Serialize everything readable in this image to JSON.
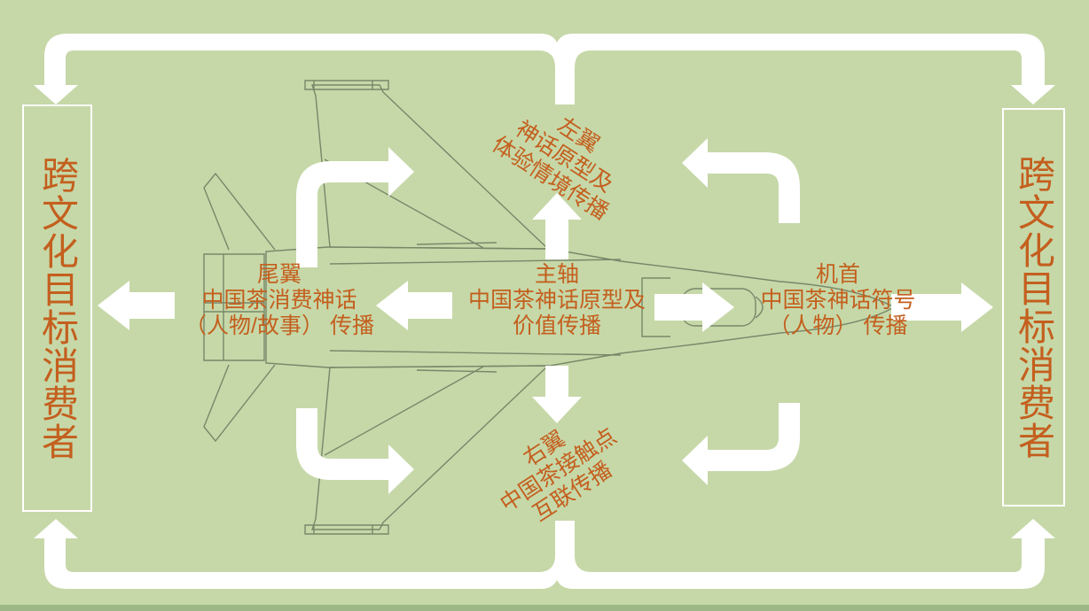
{
  "page": {
    "background_color": "#c6d8a8",
    "bottom_strip_color": "#9db886",
    "accent_text_color": "#c45f1e",
    "arrow_color": "#ffffff"
  },
  "panels": {
    "left": {
      "label": "跨文化目标消费者"
    },
    "right": {
      "label": "跨文化目标消费者"
    }
  },
  "nodes": {
    "left_wing": {
      "title": "左翼",
      "lines": [
        "神话原型及",
        "体验情境传播"
      ]
    },
    "tail": {
      "title": "尾翼",
      "lines": [
        "中国茶消费神话",
        "（人物/故事） 传播"
      ]
    },
    "axis": {
      "title": "主轴",
      "lines": [
        "中国茶神话原型及",
        "价值传播"
      ]
    },
    "nose": {
      "title": "机首",
      "lines": [
        "中国茶神话符号",
        "（人物） 传播"
      ]
    },
    "right_wing": {
      "title": "右翼",
      "lines": [
        "中国茶接触点",
        "互联传播"
      ]
    }
  },
  "arrows": {
    "top_frame": {
      "name": "top-frame-arrow",
      "direction": "down-into-both-panels"
    },
    "bottom_frame": {
      "name": "bottom-frame-arrow",
      "direction": "up-into-both-panels"
    },
    "center_up": {
      "name": "center-up-arrow",
      "direction": "up"
    },
    "center_down": {
      "name": "center-down-arrow",
      "direction": "down"
    },
    "tail_to_panel": {
      "name": "tail-to-left-panel-arrow",
      "direction": "left"
    },
    "axis_to_tail": {
      "name": "axis-to-tail-arrow",
      "direction": "left"
    },
    "axis_to_nose": {
      "name": "axis-to-nose-arrow",
      "direction": "right"
    },
    "nose_to_panel": {
      "name": "nose-to-right-panel-arrow",
      "direction": "right"
    },
    "upper_left_bend": {
      "name": "upper-left-bent-arrow",
      "direction": "up-then-right"
    },
    "upper_right_bend": {
      "name": "upper-right-bent-arrow",
      "direction": "up-then-left"
    },
    "lower_left_bend": {
      "name": "lower-left-bent-arrow",
      "direction": "down-then-right"
    },
    "lower_right_bend": {
      "name": "lower-right-bent-arrow",
      "direction": "down-then-left"
    }
  },
  "graphics": {
    "center_drawing": "fighter-jet-top-view-line-art"
  }
}
